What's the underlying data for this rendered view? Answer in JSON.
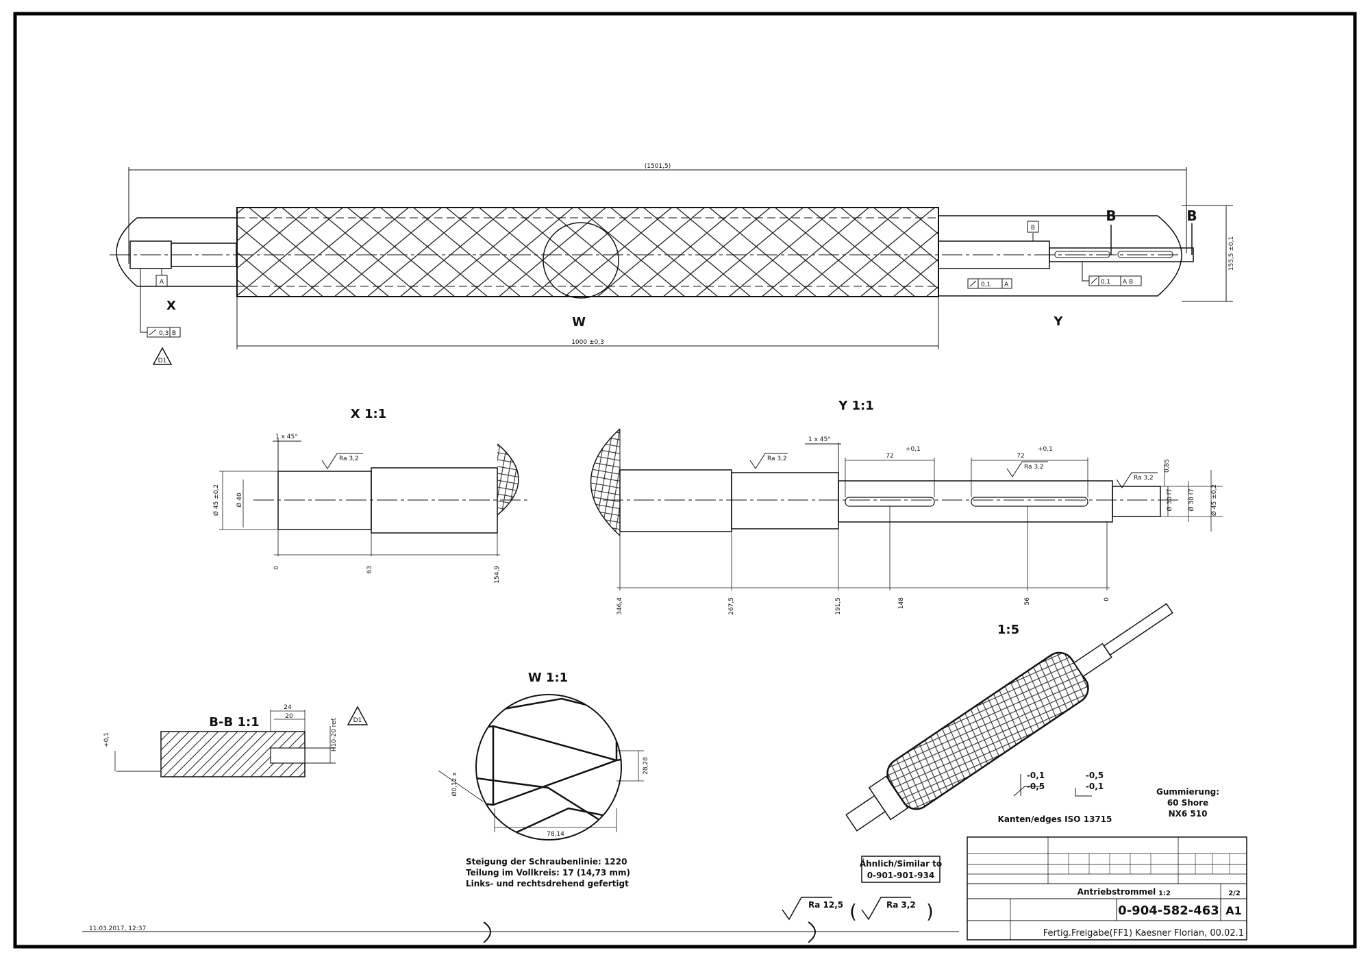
{
  "views": {
    "main": {
      "overall_length": "(1501,5)",
      "roller_length": "1000 ±0,3",
      "height_dim": "155,5 ±0,1",
      "label_x": "X",
      "label_w": "W",
      "label_y": "Y",
      "section_b1": "B",
      "section_b2": "B",
      "datum_a": "A",
      "datum_b": "B",
      "tol_x": "0,3",
      "tol_x_ref": "B",
      "tol_y1": "0,1",
      "tol_y1_ref": "A",
      "tol_y2": "0,1",
      "tol_y2_refs": "A  B",
      "revision_tag": "D1"
    },
    "detail_x": {
      "title": "X 1:1",
      "chamfer": "1 x 45°",
      "roughness": "Ra 3,2",
      "dia_1": "Ø 45 ±0,2",
      "dia_2": "Ø 40",
      "pos_0": "0",
      "pos_63": "63",
      "pos_154": "154,9"
    },
    "detail_y": {
      "title": "Y 1:1",
      "chamfer": "1 x 45°",
      "roughness_1": "Ra 3,2",
      "roughness_2": "Ra 3,2",
      "roughness_3": "Ra 3,2",
      "slot_1": "72",
      "slot_1_tol": "+0,1",
      "slot_2": "72",
      "slot_2_tol": "+0,1",
      "dia_1": "Ø 30 f7",
      "dia_2": "Ø 30 f7",
      "dia_3": "Ø 45 ±0,2",
      "dim_side": "0,85",
      "pos_346": "346,4",
      "pos_267": "267,5",
      "pos_191": "191,5",
      "pos_148": "148",
      "pos_56": "56",
      "pos_0": "0"
    },
    "section_bb": {
      "title": "B-B 1:1",
      "dim_24": "24",
      "dim_20": "20",
      "dim_ref": "H10-20 ref.",
      "dim_tol": "+0,1",
      "revision_tag": "D1"
    },
    "detail_w": {
      "title": "W 1:1",
      "dim_height": "28,28",
      "dim_width": "78,14",
      "dim_groove": "Ø0,12 x",
      "note_1": "Steigung der Schraubenlinie: 1220",
      "note_2": "Teilung im Vollkreis: 17 (14,73 mm)",
      "note_3": "Links- und rechtsdrehend gefertigt"
    },
    "iso_view": {
      "scale": "1:5",
      "edge_1a": "-0,1",
      "edge_1b": "-0,5",
      "edge_2a": "-0,5",
      "edge_2b": "-0,1",
      "edge_note": "Kanten/edges ISO 13715",
      "rubber_1": "Gummierung:",
      "rubber_2": "60 Shore",
      "rubber_3": "NX6 510"
    }
  },
  "similar_box": {
    "line_1": "Ähnlich/Similar to",
    "line_2": "0-901-901-934"
  },
  "surface_symbols": {
    "general": "Ra 12,5",
    "exception": "Ra 3,2",
    "open_paren": "(",
    "close_paren": ")"
  },
  "title_block": {
    "title": "Antriebstrommel",
    "drawing_number": "0-904-582-463",
    "sheet_size": "A1",
    "scale": "1:2",
    "sheet": "2/2",
    "footer": "Fertig.Freigabe(FF1) Kaesner Florian, 00.02.1"
  },
  "bottom_stamp": "11.03.2017, 12:37"
}
